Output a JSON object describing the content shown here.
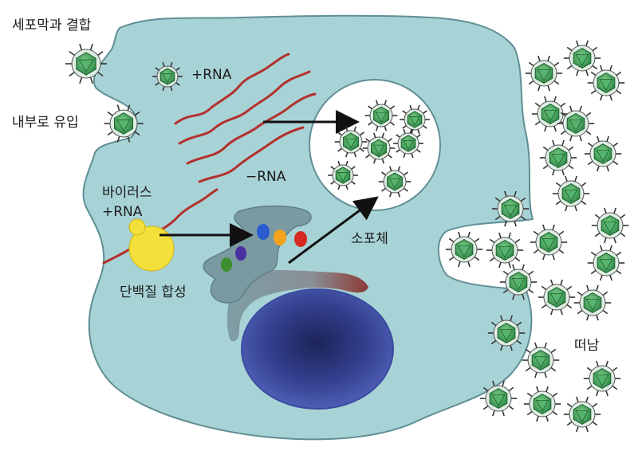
{
  "labels": {
    "binding": "세포막과 결합",
    "entry": "내부로 유입",
    "plus_rna_top": "+RNA",
    "minus_rna": "−RNA",
    "virus": "바이러스",
    "virus_plus_rna": "+RNA",
    "protein_synthesis": "단백질 합성",
    "vesicle": "소포체",
    "release": "떠남"
  },
  "colors": {
    "cell_fill": "#a8d3d6",
    "cell_outline": "#5f8f94",
    "nucleus_center": "#1c2459",
    "nucleus_edge": "#4a5ab8",
    "er_fill": "#7a9aa1",
    "rna_strand": "#b3302d",
    "ribosome_yellow": "#f4e03a",
    "virus_green": "#3e9a57",
    "virus_spike": "#333333",
    "vesicle_fill": "#ffffff",
    "arrow": "#111111"
  },
  "protein_beads": [
    "#2a5bd0",
    "#f5a21c",
    "#d42a1f",
    "#3c8f2e",
    "#4a2fa0"
  ],
  "icons": {
    "virus": "icosahedral-virus-icon"
  }
}
